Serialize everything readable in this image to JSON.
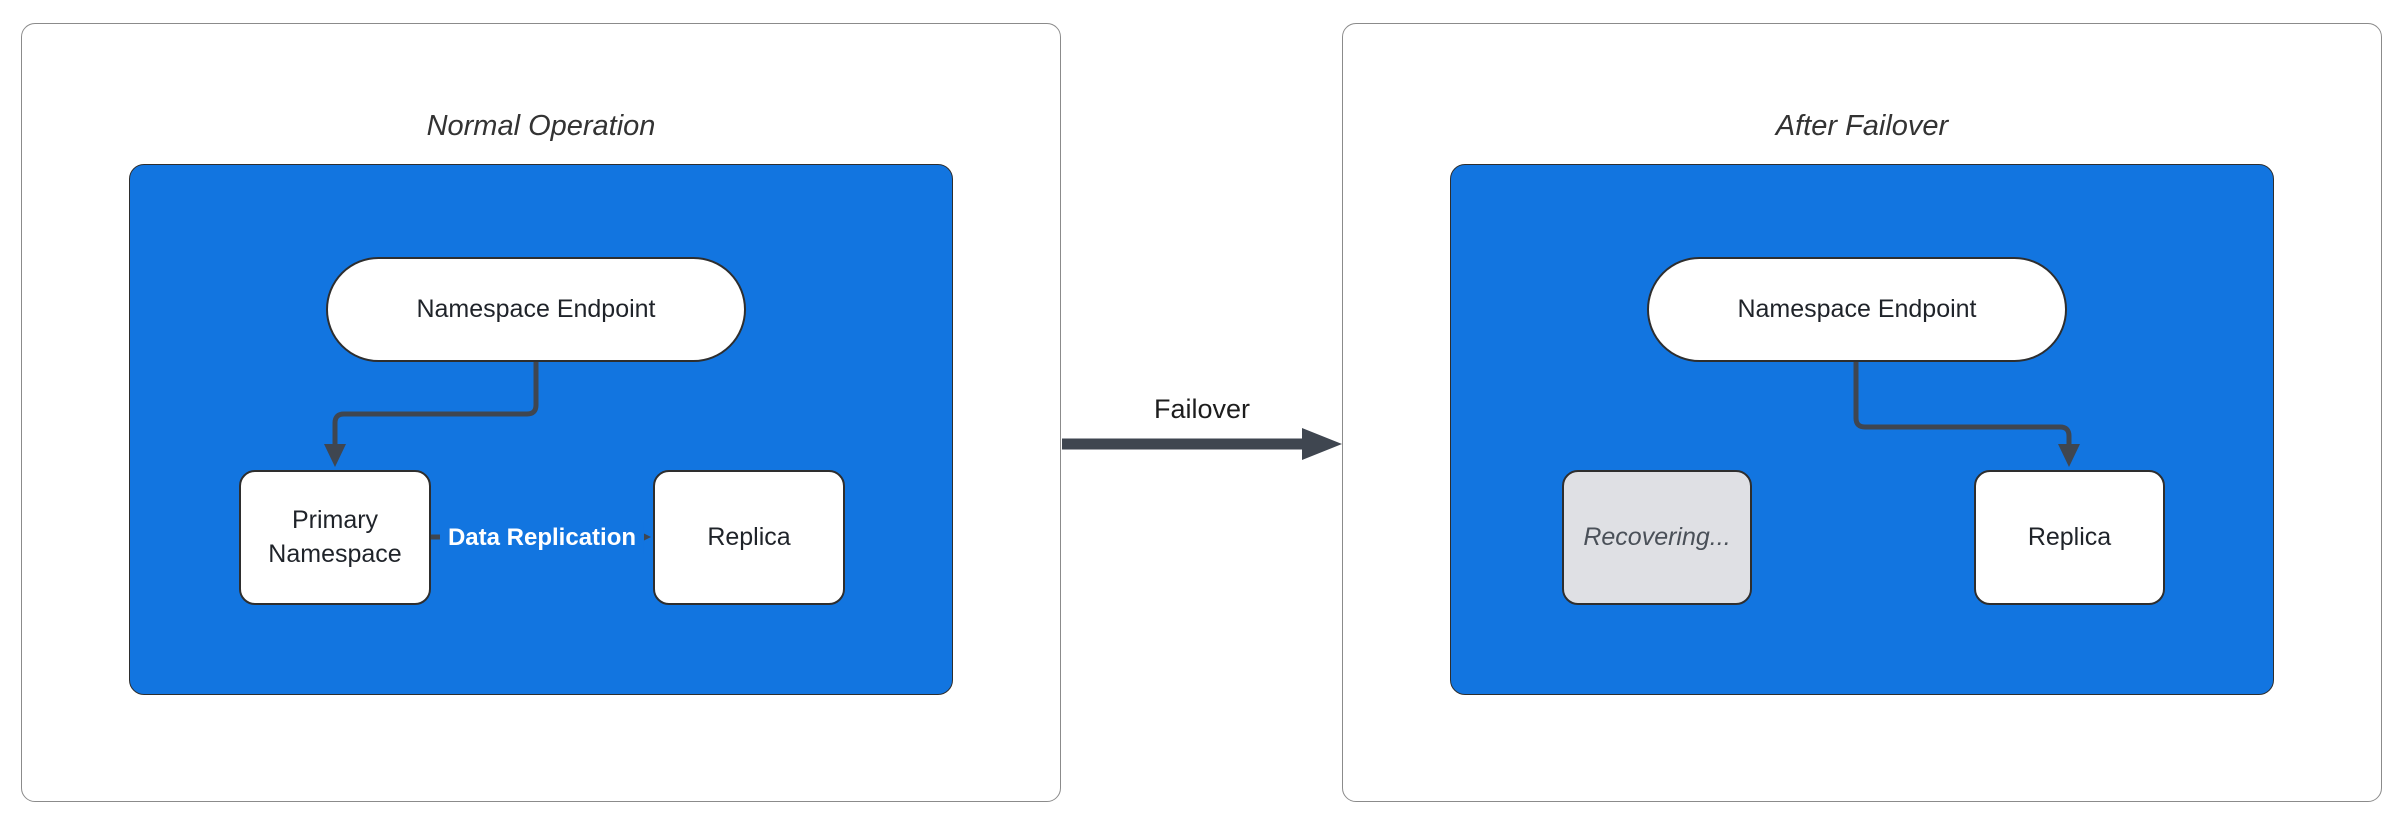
{
  "panels": [
    {
      "title": "Normal Operation",
      "nodes": {
        "endpoint": "Namespace Endpoint",
        "primary": "Primary Namespace",
        "replica": "Replica"
      },
      "edge_labels": {
        "replication": "Data Replication"
      }
    },
    {
      "title": "After Failover",
      "nodes": {
        "endpoint": "Namespace Endpoint",
        "recovering": "Recovering...",
        "replica": "Replica"
      }
    }
  ],
  "failover": {
    "label": "Failover"
  },
  "colors": {
    "cluster_blue": "#1275e0",
    "arrow_dark": "#3f4650",
    "node_border": "#2e2e2e",
    "node_text": "#1f2329",
    "panel_border": "#8b8b8b",
    "recovering_fill": "#dfe0e4",
    "recovering_text": "#4a5058",
    "title_text": "#333333",
    "edge_label_text": "#ffffff"
  }
}
